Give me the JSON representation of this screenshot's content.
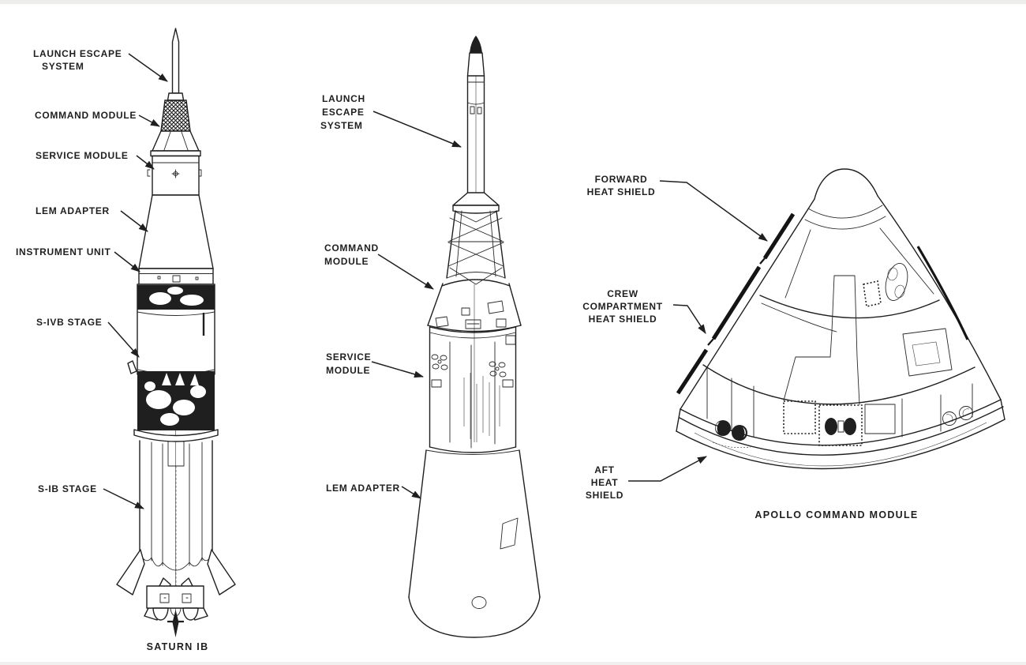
{
  "document": {
    "type": "technical line diagram",
    "colors": {
      "ink": "#1f1f1f",
      "paper": "#ffffff"
    }
  },
  "figures": {
    "saturn_ib": {
      "caption": "SATURN IB",
      "labels": {
        "les": {
          "lines": [
            "LAUNCH ESCAPE",
            "SYSTEM"
          ]
        },
        "cm": {
          "lines": [
            "COMMAND MODULE"
          ]
        },
        "sm": {
          "lines": [
            "SERVICE MODULE"
          ]
        },
        "lem": {
          "lines": [
            "LEM ADAPTER"
          ]
        },
        "iu": {
          "lines": [
            "INSTRUMENT UNIT"
          ]
        },
        "sivb": {
          "lines": [
            "S-IVB STAGE"
          ]
        },
        "sib": {
          "lines": [
            "S-IB STAGE"
          ]
        }
      }
    },
    "spacecraft": {
      "labels": {
        "les": {
          "lines": [
            "LAUNCH",
            "ESCAPE",
            "SYSTEM"
          ]
        },
        "cm": {
          "lines": [
            "COMMAND",
            "MODULE"
          ]
        },
        "sm": {
          "lines": [
            "SERVICE",
            "MODULE"
          ]
        },
        "lem": {
          "lines": [
            "LEM ADAPTER"
          ]
        }
      }
    },
    "command_module": {
      "caption": "APOLLO COMMAND MODULE",
      "labels": {
        "forward": {
          "lines": [
            "FORWARD",
            "HEAT SHIELD"
          ]
        },
        "crew": {
          "lines": [
            "CREW",
            "COMPARTMENT",
            "HEAT SHIELD"
          ]
        },
        "aft": {
          "lines": [
            "AFT",
            "HEAT",
            "SHIELD"
          ]
        }
      }
    }
  }
}
